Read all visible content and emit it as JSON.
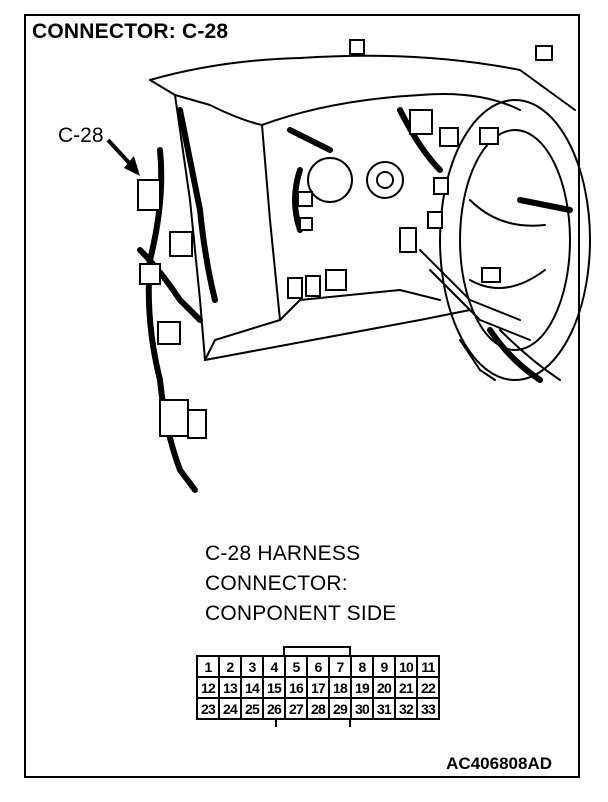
{
  "title": "CONNECTOR: C-28",
  "callout_label": "C-28",
  "caption": {
    "line1": "C-28 HARNESS",
    "line2": "CONNECTOR:",
    "line3": "CONPONENT SIDE"
  },
  "pin_rows": [
    [
      "1",
      "2",
      "3",
      "4",
      "5",
      "6",
      "7",
      "8",
      "9",
      "10",
      "11"
    ],
    [
      "12",
      "13",
      "14",
      "15",
      "16",
      "17",
      "18",
      "19",
      "20",
      "21",
      "22"
    ],
    [
      "23",
      "24",
      "25",
      "26",
      "27",
      "28",
      "29",
      "30",
      "31",
      "32",
      "33"
    ]
  ],
  "figure_code": "AC406808AD"
}
